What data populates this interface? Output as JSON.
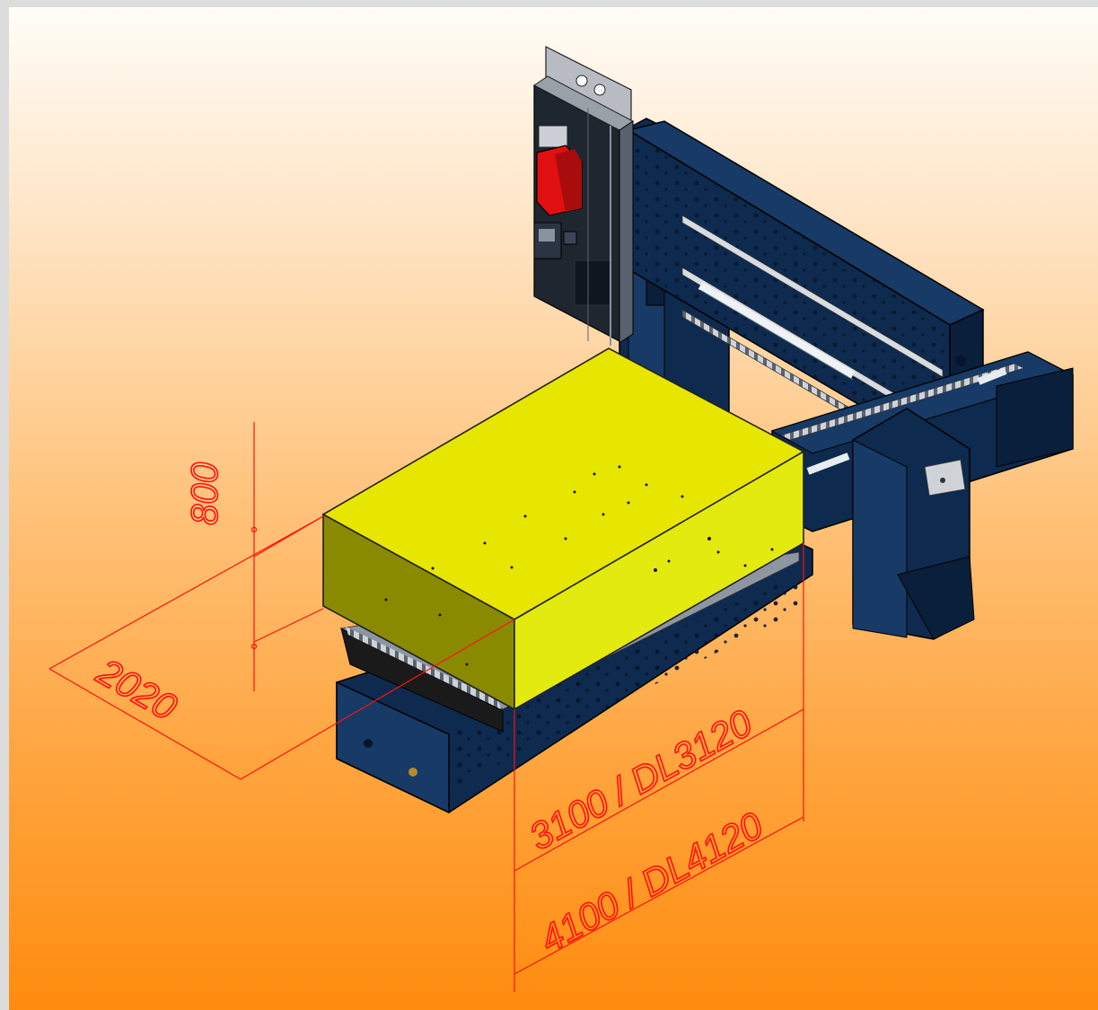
{
  "colors": {
    "frame_dark": "#0e2a4e",
    "frame_mid": "#173a66",
    "frame_light": "#24508a",
    "workpiece_top": "#e6e600",
    "workpiece_front": "#8a8a00",
    "workpiece_side": "#e3ea10",
    "motor": "#e01010",
    "head_gray": "#9aa0a8",
    "dimension": "#ff1010"
  },
  "dimensions": {
    "height": "800",
    "width": "2020",
    "length_short": "3100 / DL3120",
    "length_long": "4100 / DL4120"
  }
}
